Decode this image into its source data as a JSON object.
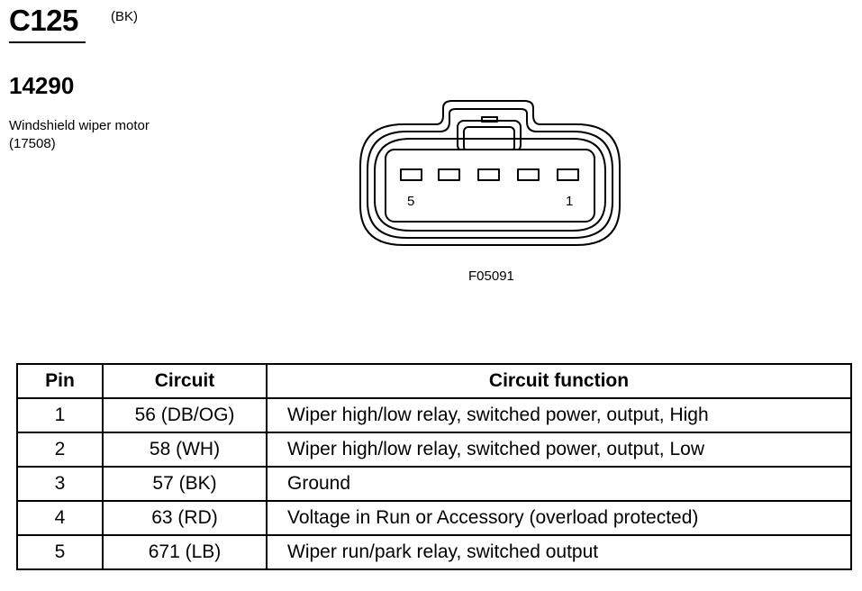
{
  "header": {
    "connector_id": "C125",
    "color_code": "(BK)",
    "part_number": "14290",
    "component_desc": "Windshield wiper motor (17508)"
  },
  "diagram": {
    "pin_label_left": "5",
    "pin_label_right": "1",
    "figure_ref": "F05091"
  },
  "table": {
    "headers": [
      "Pin",
      "Circuit",
      "Circuit function"
    ],
    "rows": [
      {
        "pin": "1",
        "circuit": "56 (DB/OG)",
        "function": "Wiper high/low relay, switched power, output, High"
      },
      {
        "pin": "2",
        "circuit": "58 (WH)",
        "function": "Wiper high/low relay, switched power, output, Low"
      },
      {
        "pin": "3",
        "circuit": "57 (BK)",
        "function": "Ground"
      },
      {
        "pin": "4",
        "circuit": "63 (RD)",
        "function": "Voltage in Run or Accessory (overload protected)"
      },
      {
        "pin": "5",
        "circuit": "671 (LB)",
        "function": "Wiper run/park relay, switched output"
      }
    ]
  }
}
